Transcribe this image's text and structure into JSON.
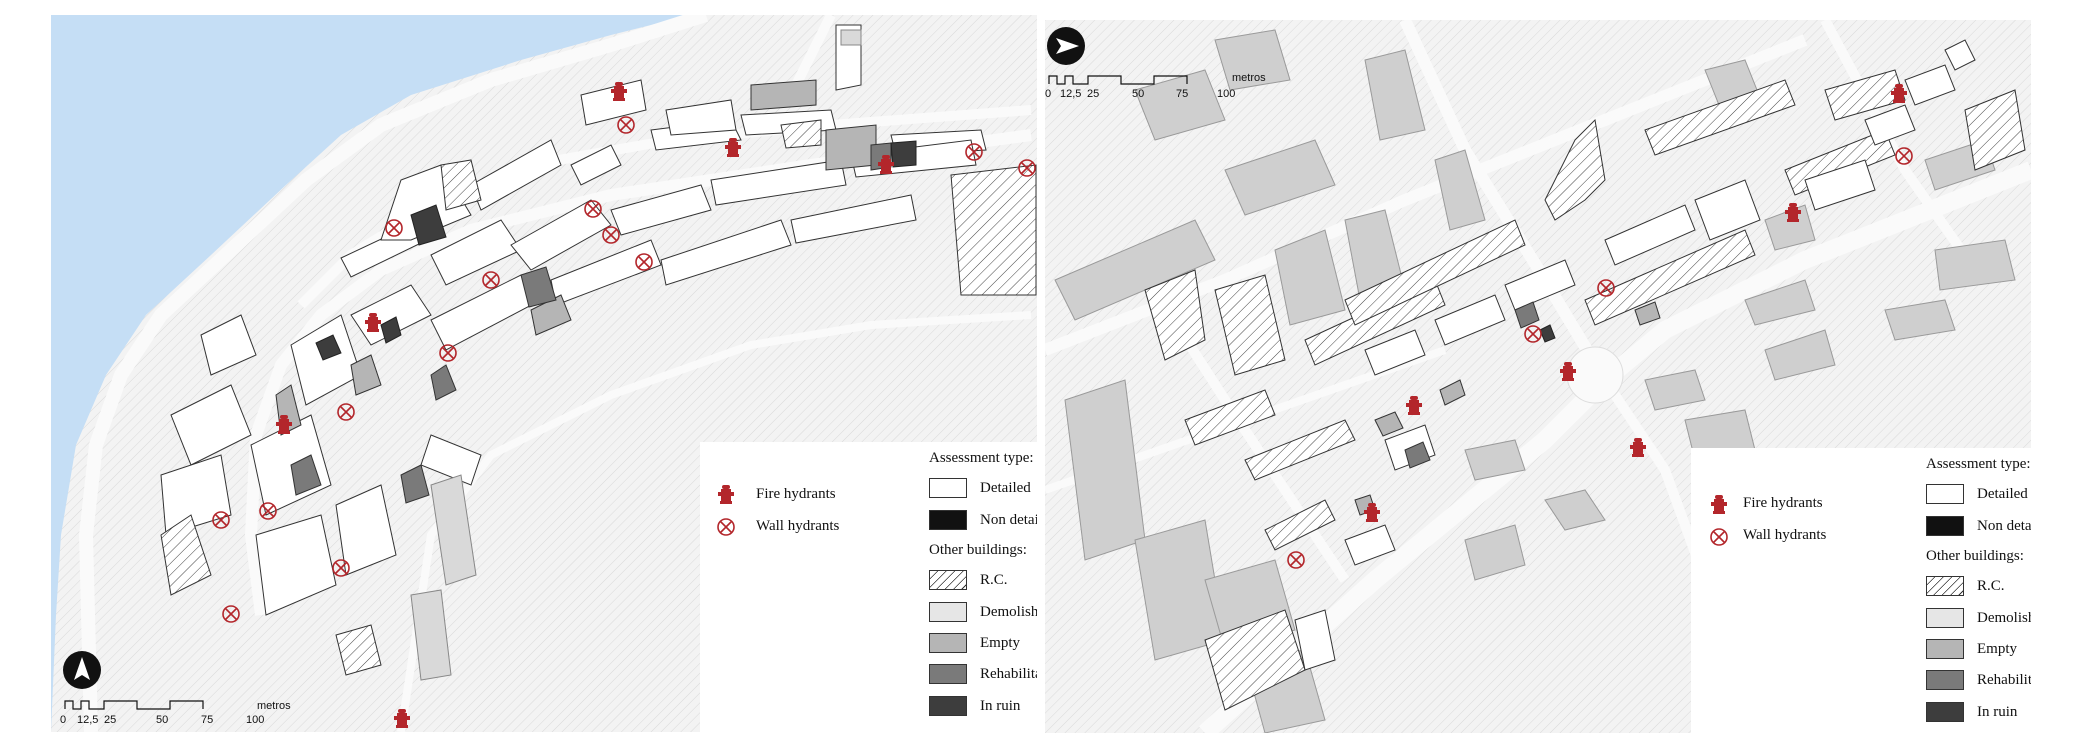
{
  "map_left": {
    "scale_ticks": [
      "0",
      "12,5",
      "25",
      "50",
      "75",
      "100"
    ],
    "scale_unit": "metros",
    "legend": {
      "fire_hydrants": "Fire hydrants",
      "wall_hydrants": "Wall hydrants",
      "assessment_title": "Assessment type:",
      "detailed": "Detailed",
      "non_detailed": "Non detailed",
      "other_title": "Other buildings:",
      "rc": "R.C.",
      "demolished": "Demolished",
      "empty": "Empty",
      "rehabilitated": "Rehabilitated",
      "in_ruin": "In ruin"
    }
  },
  "map_right": {
    "scale_ticks": [
      "0",
      "12,5",
      "25",
      "50",
      "75",
      "100"
    ],
    "scale_unit": "metros",
    "legend": {
      "fire_hydrants": "Fire hydrants",
      "wall_hydrants": "Wall hydrants",
      "assessment_title": "Assessment type:",
      "detailed": "Detailed",
      "non_detailed": "Non detailed",
      "other_title": "Other buildings:",
      "rc": "R.C.",
      "demolished": "Demolished",
      "empty": "Empty",
      "rehabilitated": "Rehabilitated",
      "in_ruin": "In ruin"
    }
  },
  "colors": {
    "water": "#c5def5",
    "ground": "#f2f2f2",
    "road": "#fafafa",
    "hydrant": "#b3262b",
    "detailed": "#ffffff",
    "non_detailed": "#111111",
    "demolished": "#e6e6e6",
    "empty": "#b5b5b5",
    "rehabilitated": "#7a7a7a",
    "in_ruin": "#3d3d3d"
  }
}
